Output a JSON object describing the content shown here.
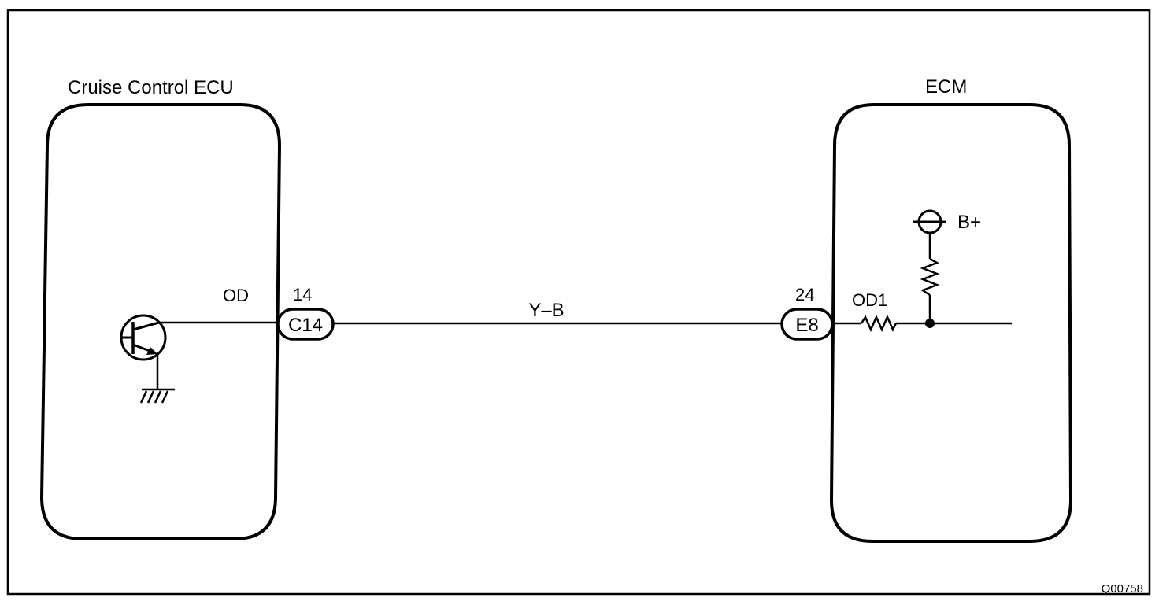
{
  "left_unit": {
    "title": "Cruise Control ECU",
    "pin_label": "OD",
    "pin_number": "14",
    "connector": "C14"
  },
  "right_unit": {
    "title": "ECM",
    "pin_label": "OD1",
    "pin_number": "24",
    "connector": "E8",
    "supply_label": "B+"
  },
  "wire": {
    "color_code": "Y–B"
  },
  "figure_code": "Q00758",
  "colors": {
    "ink": "#000000",
    "paper": "#ffffff"
  }
}
